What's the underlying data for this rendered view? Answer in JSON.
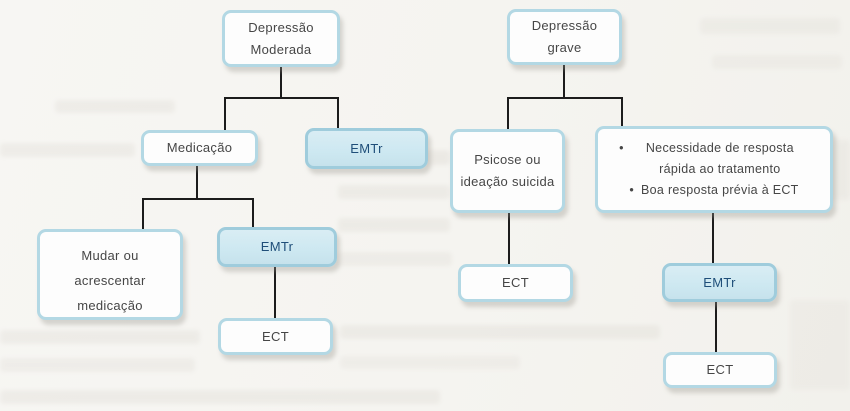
{
  "colors": {
    "background": "#f5f4f0",
    "node_border": "#b3d8e4",
    "node_fill": "#fdfdfd",
    "highlight_border": "#9fccdc",
    "highlight_fill": "#cde8f1",
    "highlight_text": "#1f4e79",
    "node_text": "#464646",
    "connector": "#1c1c1c"
  },
  "flowchart": {
    "left_tree": {
      "root": "Depressão\nModerada",
      "medication": "Medicação",
      "emtr_primary": "EMTr",
      "change_medication": "Mudar ou\nacrescentar\nmedicação",
      "emtr_secondary": "EMTr",
      "ect": "ECT"
    },
    "right_tree": {
      "root": "Depressão\ngrave",
      "psychosis": "Psicose ou\nideação suicida",
      "bullet_char": "•",
      "bullets": [
        "Necessidade de resposta rápida ao tratamento",
        "Boa resposta prévia à ECT"
      ],
      "ect_psychosis": "ECT",
      "emtr": "EMTr",
      "ect_bottom": "ECT"
    }
  }
}
